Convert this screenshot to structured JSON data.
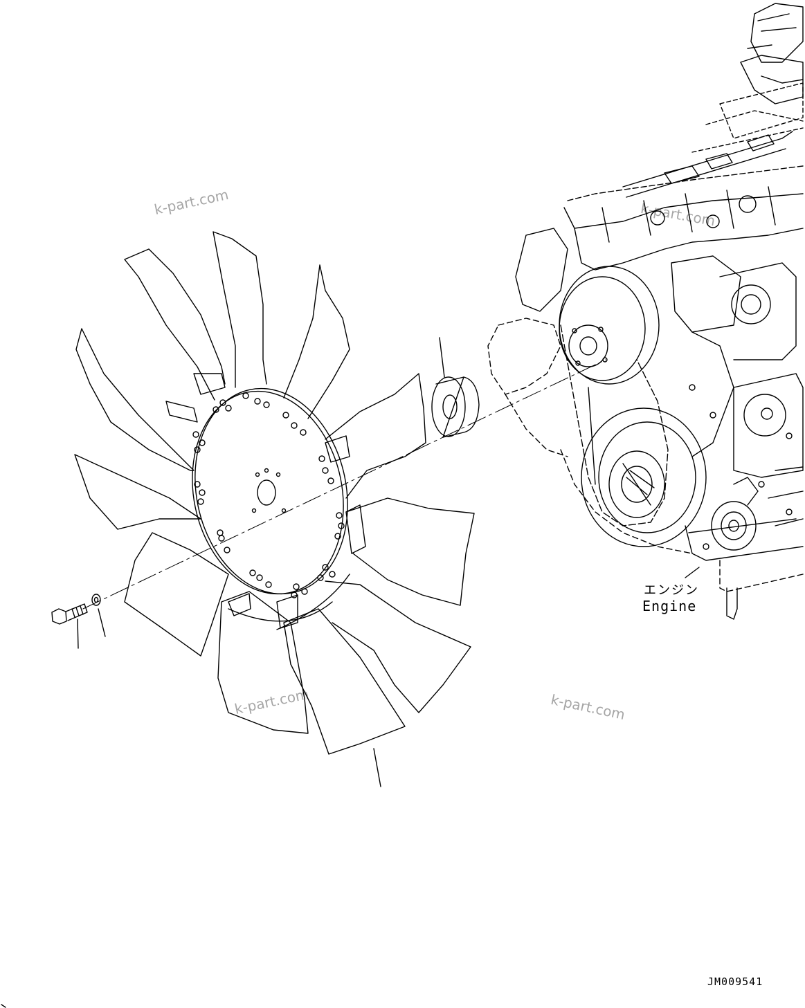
{
  "engine": {
    "label_jp": "エンジン",
    "label_en": "Engine"
  },
  "drawing_number": "JM009541",
  "watermarks": [
    "k-part.com",
    "k-part.com",
    "k-part.com",
    "k-part.com"
  ],
  "colors": {
    "line": "#000000",
    "background": "#ffffff"
  }
}
